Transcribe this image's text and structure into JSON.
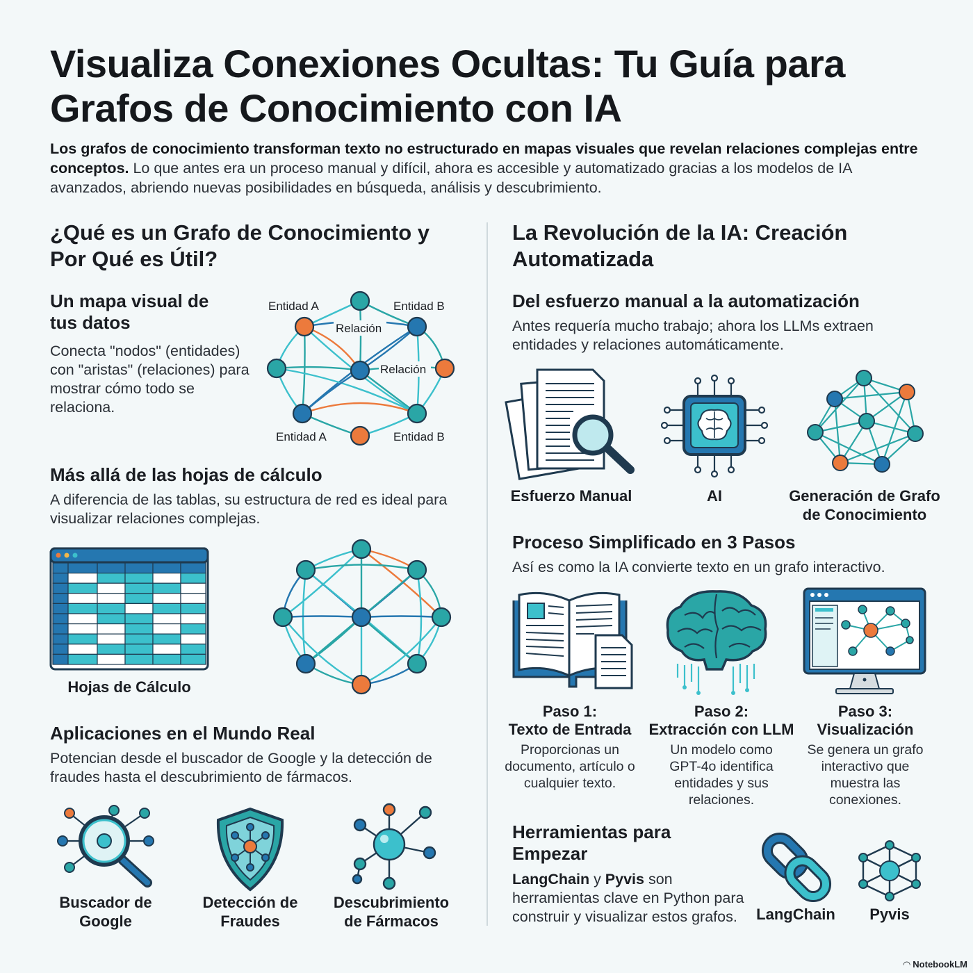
{
  "header": {
    "title": "Visualiza Conexiones Ocultas: Tu Guía para Grafos de Conocimiento con IA",
    "intro_bold": "Los grafos de conocimiento transforman texto no estructurado en mapas visuales que revelan relaciones complejas entre conceptos.",
    "intro_rest": " Lo que antes era un proceso manual y difícil, ahora es accesible y automatizado gracias a los modelos de IA avanzados, abriendo nuevas posibilidades en búsqueda, análisis y descubrimiento."
  },
  "left": {
    "heading": "¿Qué es un Grafo de Conocimiento y Por Qué es Útil?",
    "visual_map": {
      "title": "Un mapa visual de tus datos",
      "text": "Conecta \"nodos\" (entidades) con \"aristas\" (relaciones) para mostrar cómo todo se relaciona.",
      "labels": {
        "entity_a_top": "Entidad A",
        "entity_b_top": "Entidad B",
        "relation_1": "Relación",
        "relation_2": "Relación",
        "entity_a_bottom": "Entidad A",
        "entity_b_bottom": "Entidad B"
      }
    },
    "spreadsheets": {
      "title": "Más allá de las hojas de cálculo",
      "text": "A diferencia de las tablas, su estructura de red es ideal para visualizar relaciones complejas.",
      "caption": "Hojas de Cálculo"
    },
    "applications": {
      "title": "Aplicaciones en el Mundo Real",
      "text": "Potencian desde el buscador de Google y la detección de fraudes hasta el descubrimiento de fármacos.",
      "items": [
        {
          "label": "Buscador de Google",
          "icon": "search-network-icon"
        },
        {
          "label": "Detección de Fraudes",
          "icon": "shield-network-icon"
        },
        {
          "label": "Descubrimiento de Fármacos",
          "icon": "molecule-icon"
        }
      ]
    }
  },
  "right": {
    "heading": "La Revolución de la IA: Creación Automatizada",
    "manual_to_auto": {
      "title": "Del esfuerzo manual a la automatización",
      "text": "Antes requería mucho trabajo; ahora los LLMs extraen entidades y relaciones automáticamente.",
      "items": [
        {
          "label": "Esfuerzo Manual",
          "icon": "documents-magnifier-icon"
        },
        {
          "label": "AI",
          "icon": "ai-chip-icon"
        },
        {
          "label": "Generación de Grafo de Conocimiento",
          "icon": "graph-network-icon"
        }
      ]
    },
    "process": {
      "title": "Proceso Simplificado en 3 Pasos",
      "text": "Así es como la IA convierte texto en un grafo interactivo.",
      "steps": [
        {
          "step": "Paso 1:",
          "name": "Texto de Entrada",
          "desc": "Proporcionas un documento, artículo o cualquier texto.",
          "icon": "open-book-icon"
        },
        {
          "step": "Paso 2:",
          "name": "Extracción con LLM",
          "desc": "Un modelo como GPT-4o identifica entidades y sus relaciones.",
          "icon": "brain-circuit-icon"
        },
        {
          "step": "Paso 3:",
          "name": "Visualización",
          "desc": "Se genera un grafo interactivo que muestra las conexiones.",
          "icon": "monitor-graph-icon"
        }
      ]
    },
    "tools": {
      "title": "Herramientas para Empezar",
      "text_b1": "LangChain",
      "text_mid": " y ",
      "text_b2": "Pyvis",
      "text_rest": " son herramientas clave en Python para construir y visualizar estos grafos.",
      "items": [
        {
          "label": "LangChain",
          "icon": "chain-link-icon"
        },
        {
          "label": "Pyvis",
          "icon": "hex-network-icon"
        }
      ]
    }
  },
  "footer": {
    "brand": "NotebookLM"
  },
  "colors": {
    "teal": "#2aa6a6",
    "blue": "#2577b0",
    "orange": "#ec7a3c",
    "navy": "#1f3a4f",
    "cyan": "#3cc0cc"
  }
}
